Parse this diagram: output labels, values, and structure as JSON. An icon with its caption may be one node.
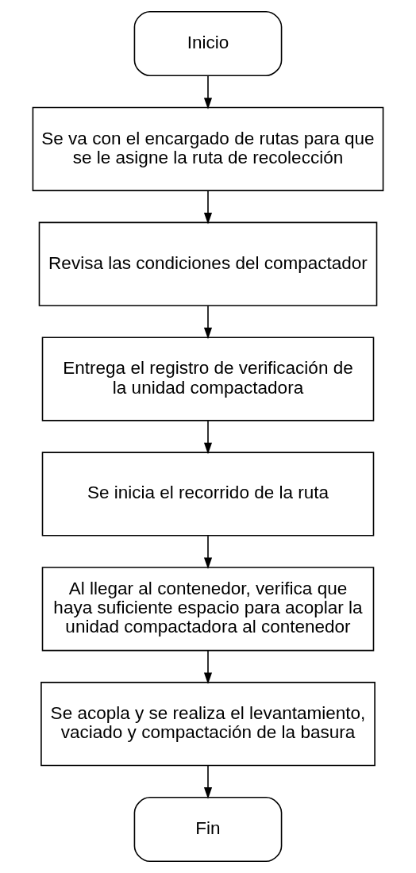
{
  "diagram": {
    "nodes": [
      {
        "text": [
          "Inicio"
        ]
      },
      {
        "text": [
          "Se va con el encargado de rutas para que se le asigne la ruta de recolección"
        ]
      },
      {
        "text": [
          "Revisa las condiciones del compactador"
        ]
      },
      {
        "text": [
          "Entrega el registro de verificación de la unidad compactadora"
        ]
      },
      {
        "text": [
          "Se inicia el recorrido de la ruta"
        ]
      },
      {
        "text": [
          "Al llegar al contenedor, verifica que haya suficiente espacio para acoplar la unidad compactadora al contenedor"
        ]
      },
      {
        "text": [
          "Se acopla y se realiza el levantamiento, vaciado y compactación de la basura"
        ]
      },
      {
        "text": [
          "Fin"
        ]
      }
    ],
    "edges": [
      {
        "from": 0,
        "to": 1,
        "arrow": "to"
      },
      {
        "from": 1,
        "to": 2,
        "arrow": "to"
      },
      {
        "from": 2,
        "to": 3,
        "arrow": "to"
      },
      {
        "from": 3,
        "to": 4,
        "arrow": "to"
      },
      {
        "from": 4,
        "to": 5,
        "arrow": "to"
      },
      {
        "from": 5,
        "to": 6,
        "arrow": "to"
      },
      {
        "from": 6,
        "to": 7,
        "arrow": "to"
      }
    ]
  }
}
